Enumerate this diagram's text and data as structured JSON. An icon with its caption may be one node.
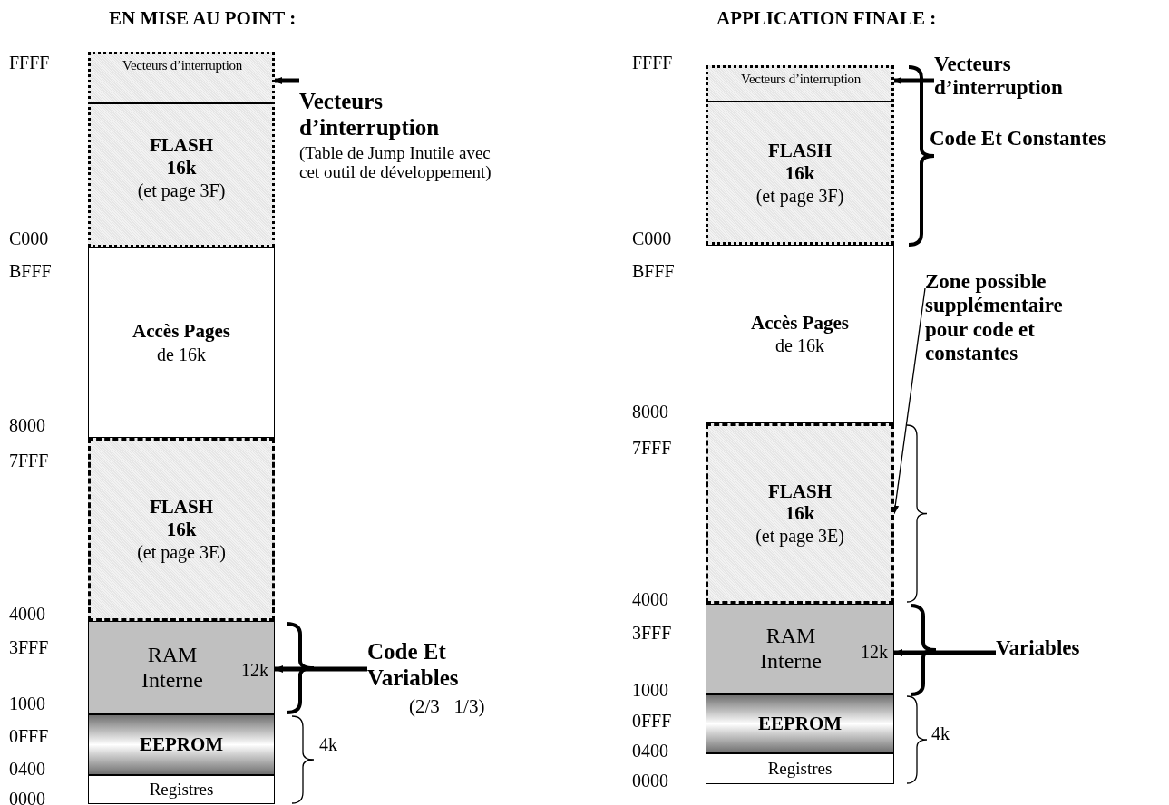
{
  "diagram": {
    "nodes": [
      {
        "text": [
          "FLASH 16k",
          "(et page 3F)"
        ]
      },
      {
        "text": [
          "Vecteurs d’interruption"
        ],
        "in": 0
      },
      {
        "text": [
          "Vecteurs d’interruption",
          "(Table de Jump Inutile avec cet outil de développement)"
        ]
      },
      {
        "text": [
          "Accès Pages",
          "de 16k"
        ]
      },
      {
        "text": [
          "FLASH 16k",
          "(et page 3E)"
        ]
      },
      {
        "text": [
          "RAM Interne",
          "12k"
        ]
      },
      {
        "text": [
          "EEPROM"
        ]
      },
      {
        "text": [
          "Registres"
        ]
      },
      {
        "text": [
          "Code Et Variables",
          "(2/3   1/3)"
        ]
      },
      {
        "text": [
          "FLASH 16k",
          "(et page 3F)"
        ]
      },
      {
        "text": [
          "Vecteurs d’interruption"
        ],
        "in": 9
      },
      {
        "text": [
          "Vecteurs d’interruption"
        ]
      },
      {
        "text": [
          "Accès Pages",
          "de 16k"
        ]
      },
      {
        "text": [
          "FLASH 16k",
          "(et page 3E)"
        ]
      },
      {
        "text": [
          "RAM Interne",
          "12k"
        ]
      },
      {
        "text": [
          "EEPROM"
        ]
      },
      {
        "text": [
          "Registres"
        ]
      },
      {
        "text": [
          "Zone possible supplémentaire pour code et constantes"
        ]
      },
      {
        "text": [
          "Variables"
        ]
      }
    ],
    "edges": [
      {
        "from": 2,
        "to": 1,
        "arrow": "to"
      },
      {
        "from": 8,
        "to": 5,
        "arrow": "to"
      },
      {
        "from": 11,
        "to": 10,
        "arrow": "to"
      },
      {
        "from": 17,
        "to": 13,
        "arrow": "to"
      },
      {
        "from": 18,
        "to": 14,
        "arrow": "to"
      }
    ],
    "labels": [
      "EN MISE AU POINT :",
      "APPLICATION FINALE :",
      "FFFF",
      "C000",
      "BFFF",
      "8000",
      "7FFF",
      "4000",
      "3FFF",
      "1000",
      "0FFF",
      "0400",
      "0000",
      "4k",
      "FFFF",
      "C000",
      "BFFF",
      "8000",
      "7FFF",
      "4000",
      "3FFF",
      "1000",
      "0FFF",
      "0400",
      "0000",
      "Code Et Constantes",
      "4k"
    ]
  }
}
